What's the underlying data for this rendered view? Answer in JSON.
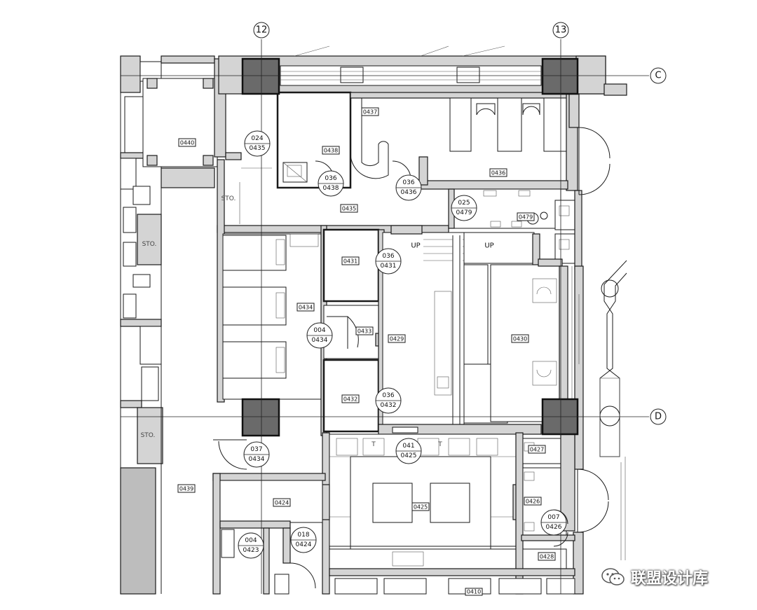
{
  "grid": {
    "col_12": "12",
    "col_13": "13",
    "row_c": "C",
    "row_d": "D"
  },
  "rooms": {
    "r0440": "0440",
    "r0438": "0438",
    "r0437": "0437",
    "r0436": "0436",
    "r0435": "0435",
    "r0479": "0479",
    "r0431": "0431",
    "r0433": "0433",
    "r0432": "0432",
    "r0434": "0434",
    "r0429": "0429",
    "r0430": "0430",
    "r0439": "0439",
    "r0424": "0424",
    "r0425": "0425",
    "r0427": "0427",
    "r0426": "0426",
    "r0428": "0428",
    "r0410": "0410"
  },
  "door_tags": {
    "d1_top": "024",
    "d1_bot": "0435",
    "d2_top": "036",
    "d2_bot": "0438",
    "d3_top": "036",
    "d3_bot": "0436",
    "d4_top": "025",
    "d4_bot": "0479",
    "d5_top": "036",
    "d5_bot": "0431",
    "d6_top": "004",
    "d6_bot": "0434",
    "d7_top": "036",
    "d7_bot": "0432",
    "d8_top": "037",
    "d8_bot": "0434",
    "d9_top": "041",
    "d9_bot": "0425",
    "d10_top": "004",
    "d10_bot": "0423",
    "d11_top": "018",
    "d11_bot": "0424",
    "d12_top": "007",
    "d12_bot": "0426"
  },
  "labels": {
    "sto_1": "STO.",
    "sto_2": "STO.",
    "sto_3": "STO.",
    "up_1": "UP",
    "up_2": "UP",
    "t_1": "T",
    "t_2": "T"
  },
  "watermark": {
    "text": "联盟设计库",
    "logo_icon": "wechat-icon"
  },
  "colors": {
    "line": "#1a1a1a",
    "wall_fill": "#d4d4d4",
    "column_fill": "#6a6a6a"
  }
}
